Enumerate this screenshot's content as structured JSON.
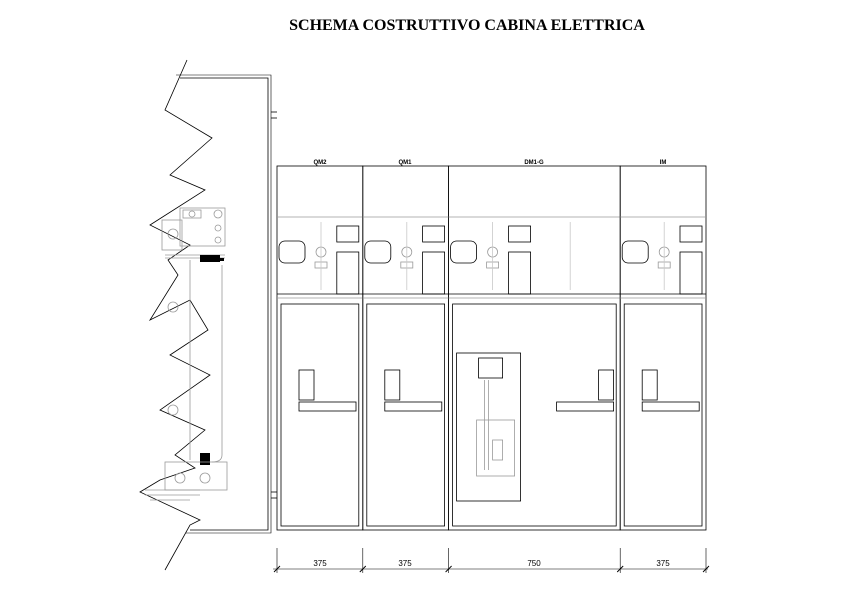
{
  "title": "SCHEMA COSTRUTTIVO CABINA ELETTRICA",
  "panels": [
    {
      "label": "QM2",
      "width": 375,
      "type": "narrow"
    },
    {
      "label": "QM1",
      "width": 375,
      "type": "narrow"
    },
    {
      "label": "DM1-G",
      "width": 750,
      "type": "wide"
    },
    {
      "label": "IM",
      "width": 375,
      "type": "narrow"
    }
  ],
  "colors": {
    "line": "#000000",
    "grey": "#9a9a9a",
    "light": "#c8c8c8"
  }
}
